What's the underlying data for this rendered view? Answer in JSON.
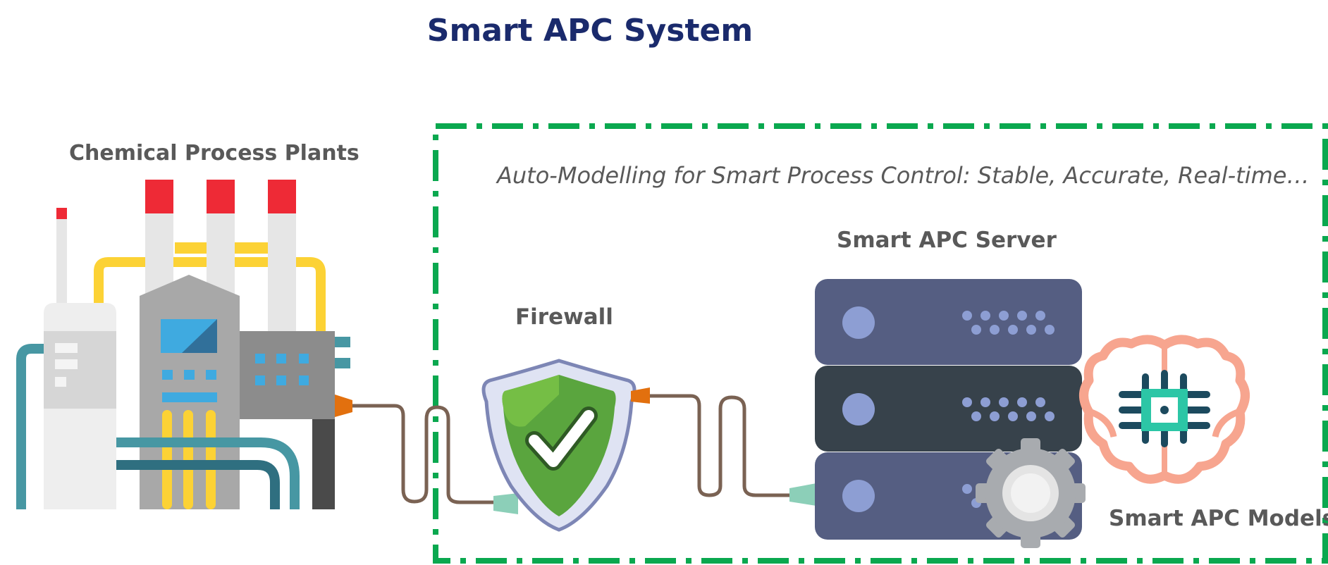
{
  "title": "Smart APC System",
  "labels": {
    "plant": "Chemical Process Plants",
    "firewall": "Firewall",
    "server": "Smart  APC Server",
    "models": "Smart APC Models"
  },
  "subtitle": "Auto-Modelling for Smart Process Control: Stable, Accurate, Real-time…",
  "icons": [
    "factory-icon",
    "shield-check-icon",
    "server-rack-icon",
    "gear-icon",
    "brain-chip-icon"
  ],
  "colors": {
    "title": "#1a2a6c",
    "boundary": "#0aa84f",
    "label": "#595959",
    "cable": "#7a6253"
  }
}
